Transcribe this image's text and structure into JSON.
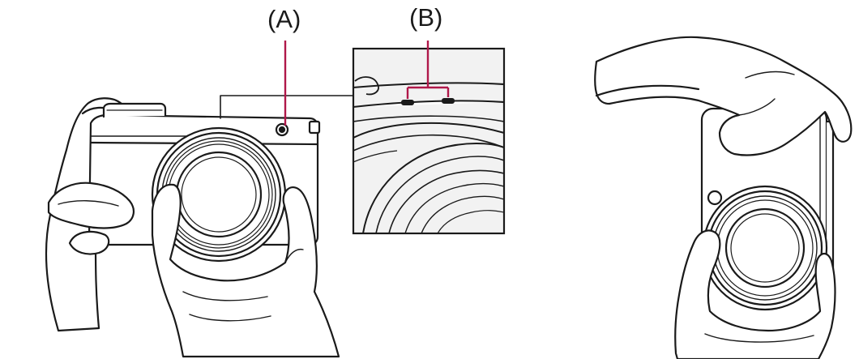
{
  "callouts": {
    "a": {
      "text": "(A)"
    },
    "b": {
      "text": "(B)"
    }
  },
  "colors": {
    "stroke": "#1a1a1a",
    "callout_line": "#b0184a",
    "fill": "#ffffff",
    "inset_bg": "#f2f2f2",
    "shade": "#d8d8d8"
  },
  "illustrations": [
    {
      "name": "camera-held-horizontal"
    },
    {
      "name": "detail-zoom-inset"
    },
    {
      "name": "camera-held-vertical"
    }
  ]
}
